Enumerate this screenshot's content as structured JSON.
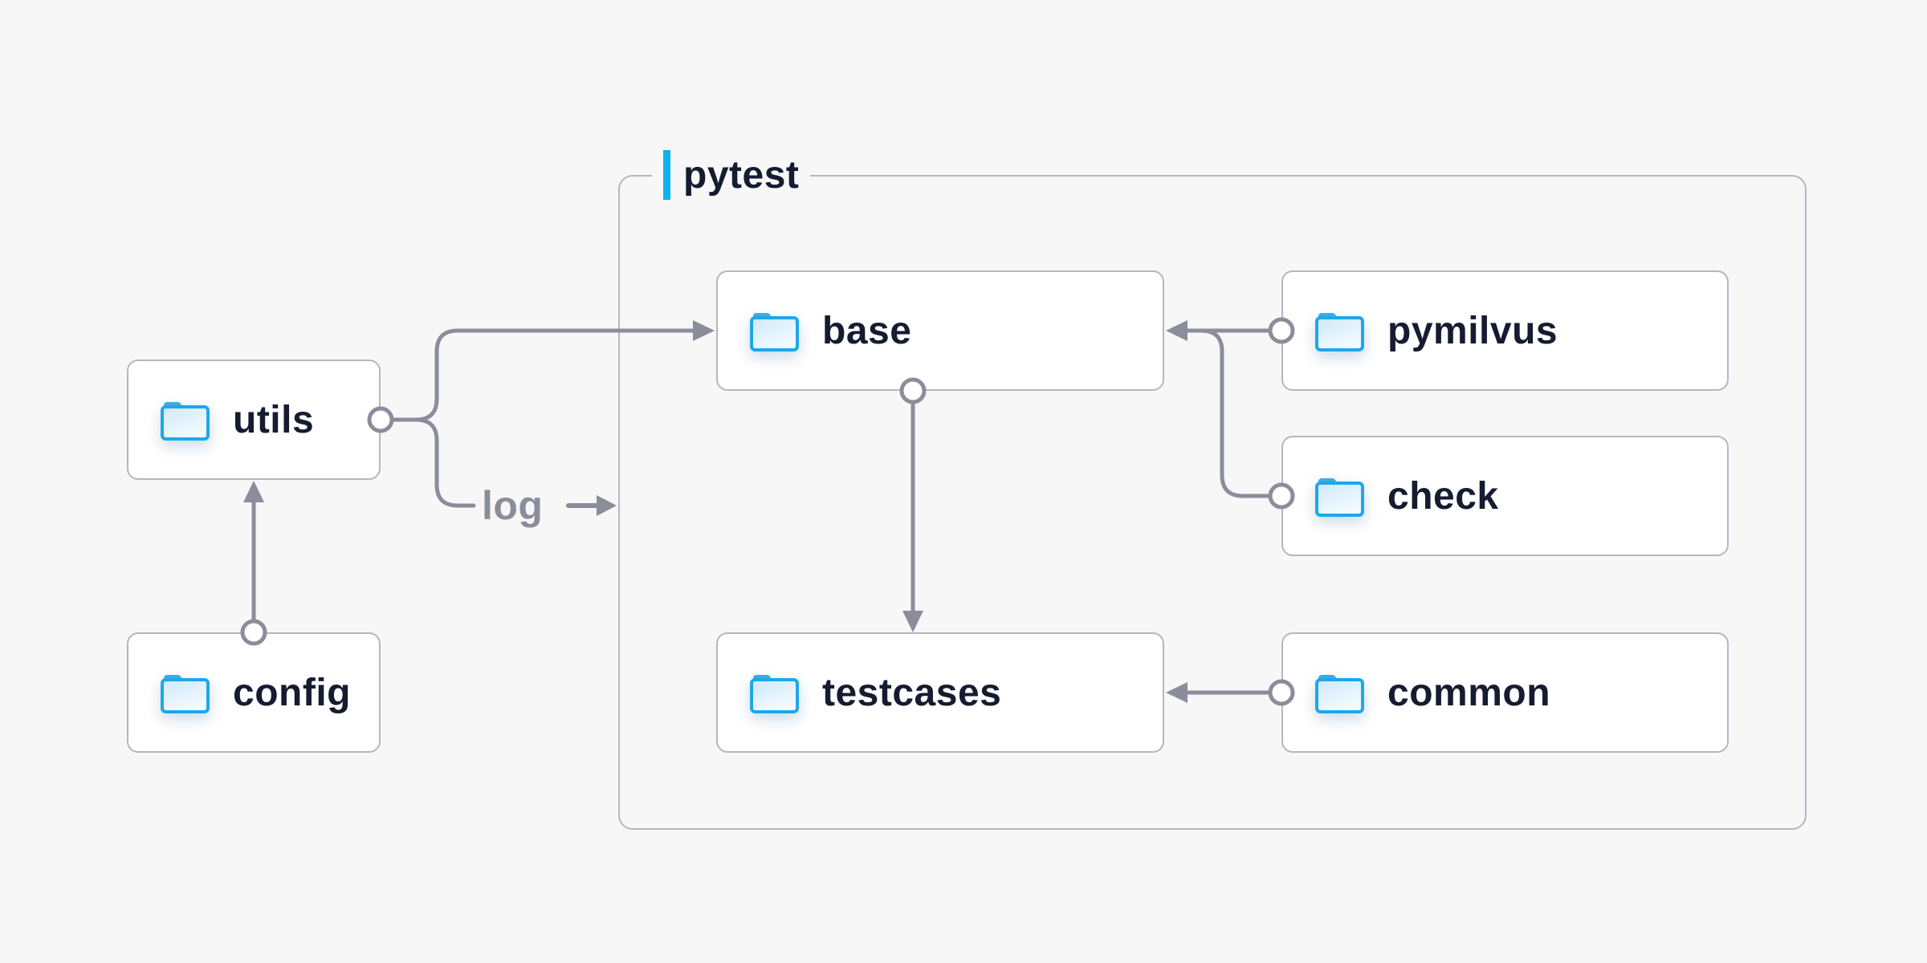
{
  "diagram": {
    "container": {
      "label": "pytest"
    },
    "nodes": [
      {
        "id": "utils",
        "label": "utils",
        "icon": "folder-icon"
      },
      {
        "id": "config",
        "label": "config",
        "icon": "folder-icon"
      },
      {
        "id": "base",
        "label": "base",
        "icon": "folder-icon"
      },
      {
        "id": "pymilvus",
        "label": "pymilvus",
        "icon": "folder-icon"
      },
      {
        "id": "check",
        "label": "check",
        "icon": "folder-icon"
      },
      {
        "id": "testcases",
        "label": "testcases",
        "icon": "folder-icon"
      },
      {
        "id": "common",
        "label": "common",
        "icon": "folder-icon"
      }
    ],
    "edges": [
      {
        "from": "config",
        "to": "utils",
        "label": ""
      },
      {
        "from": "utils",
        "to": "base",
        "label": ""
      },
      {
        "from": "utils",
        "to": "pytest",
        "label": "log"
      },
      {
        "from": "pymilvus",
        "to": "base",
        "label": ""
      },
      {
        "from": "check",
        "to": "base",
        "label": ""
      },
      {
        "from": "base",
        "to": "testcases",
        "label": ""
      },
      {
        "from": "common",
        "to": "testcases",
        "label": ""
      }
    ],
    "colors": {
      "background": "#f7f7f8",
      "box_border": "#b5b6c2",
      "box_fill": "#ffffff",
      "line": "#8b8d9a",
      "text": "#151c31",
      "accent": "#0db2ee",
      "folder_stroke": "#1fa7ea",
      "folder_tab": "#40abdf"
    }
  }
}
